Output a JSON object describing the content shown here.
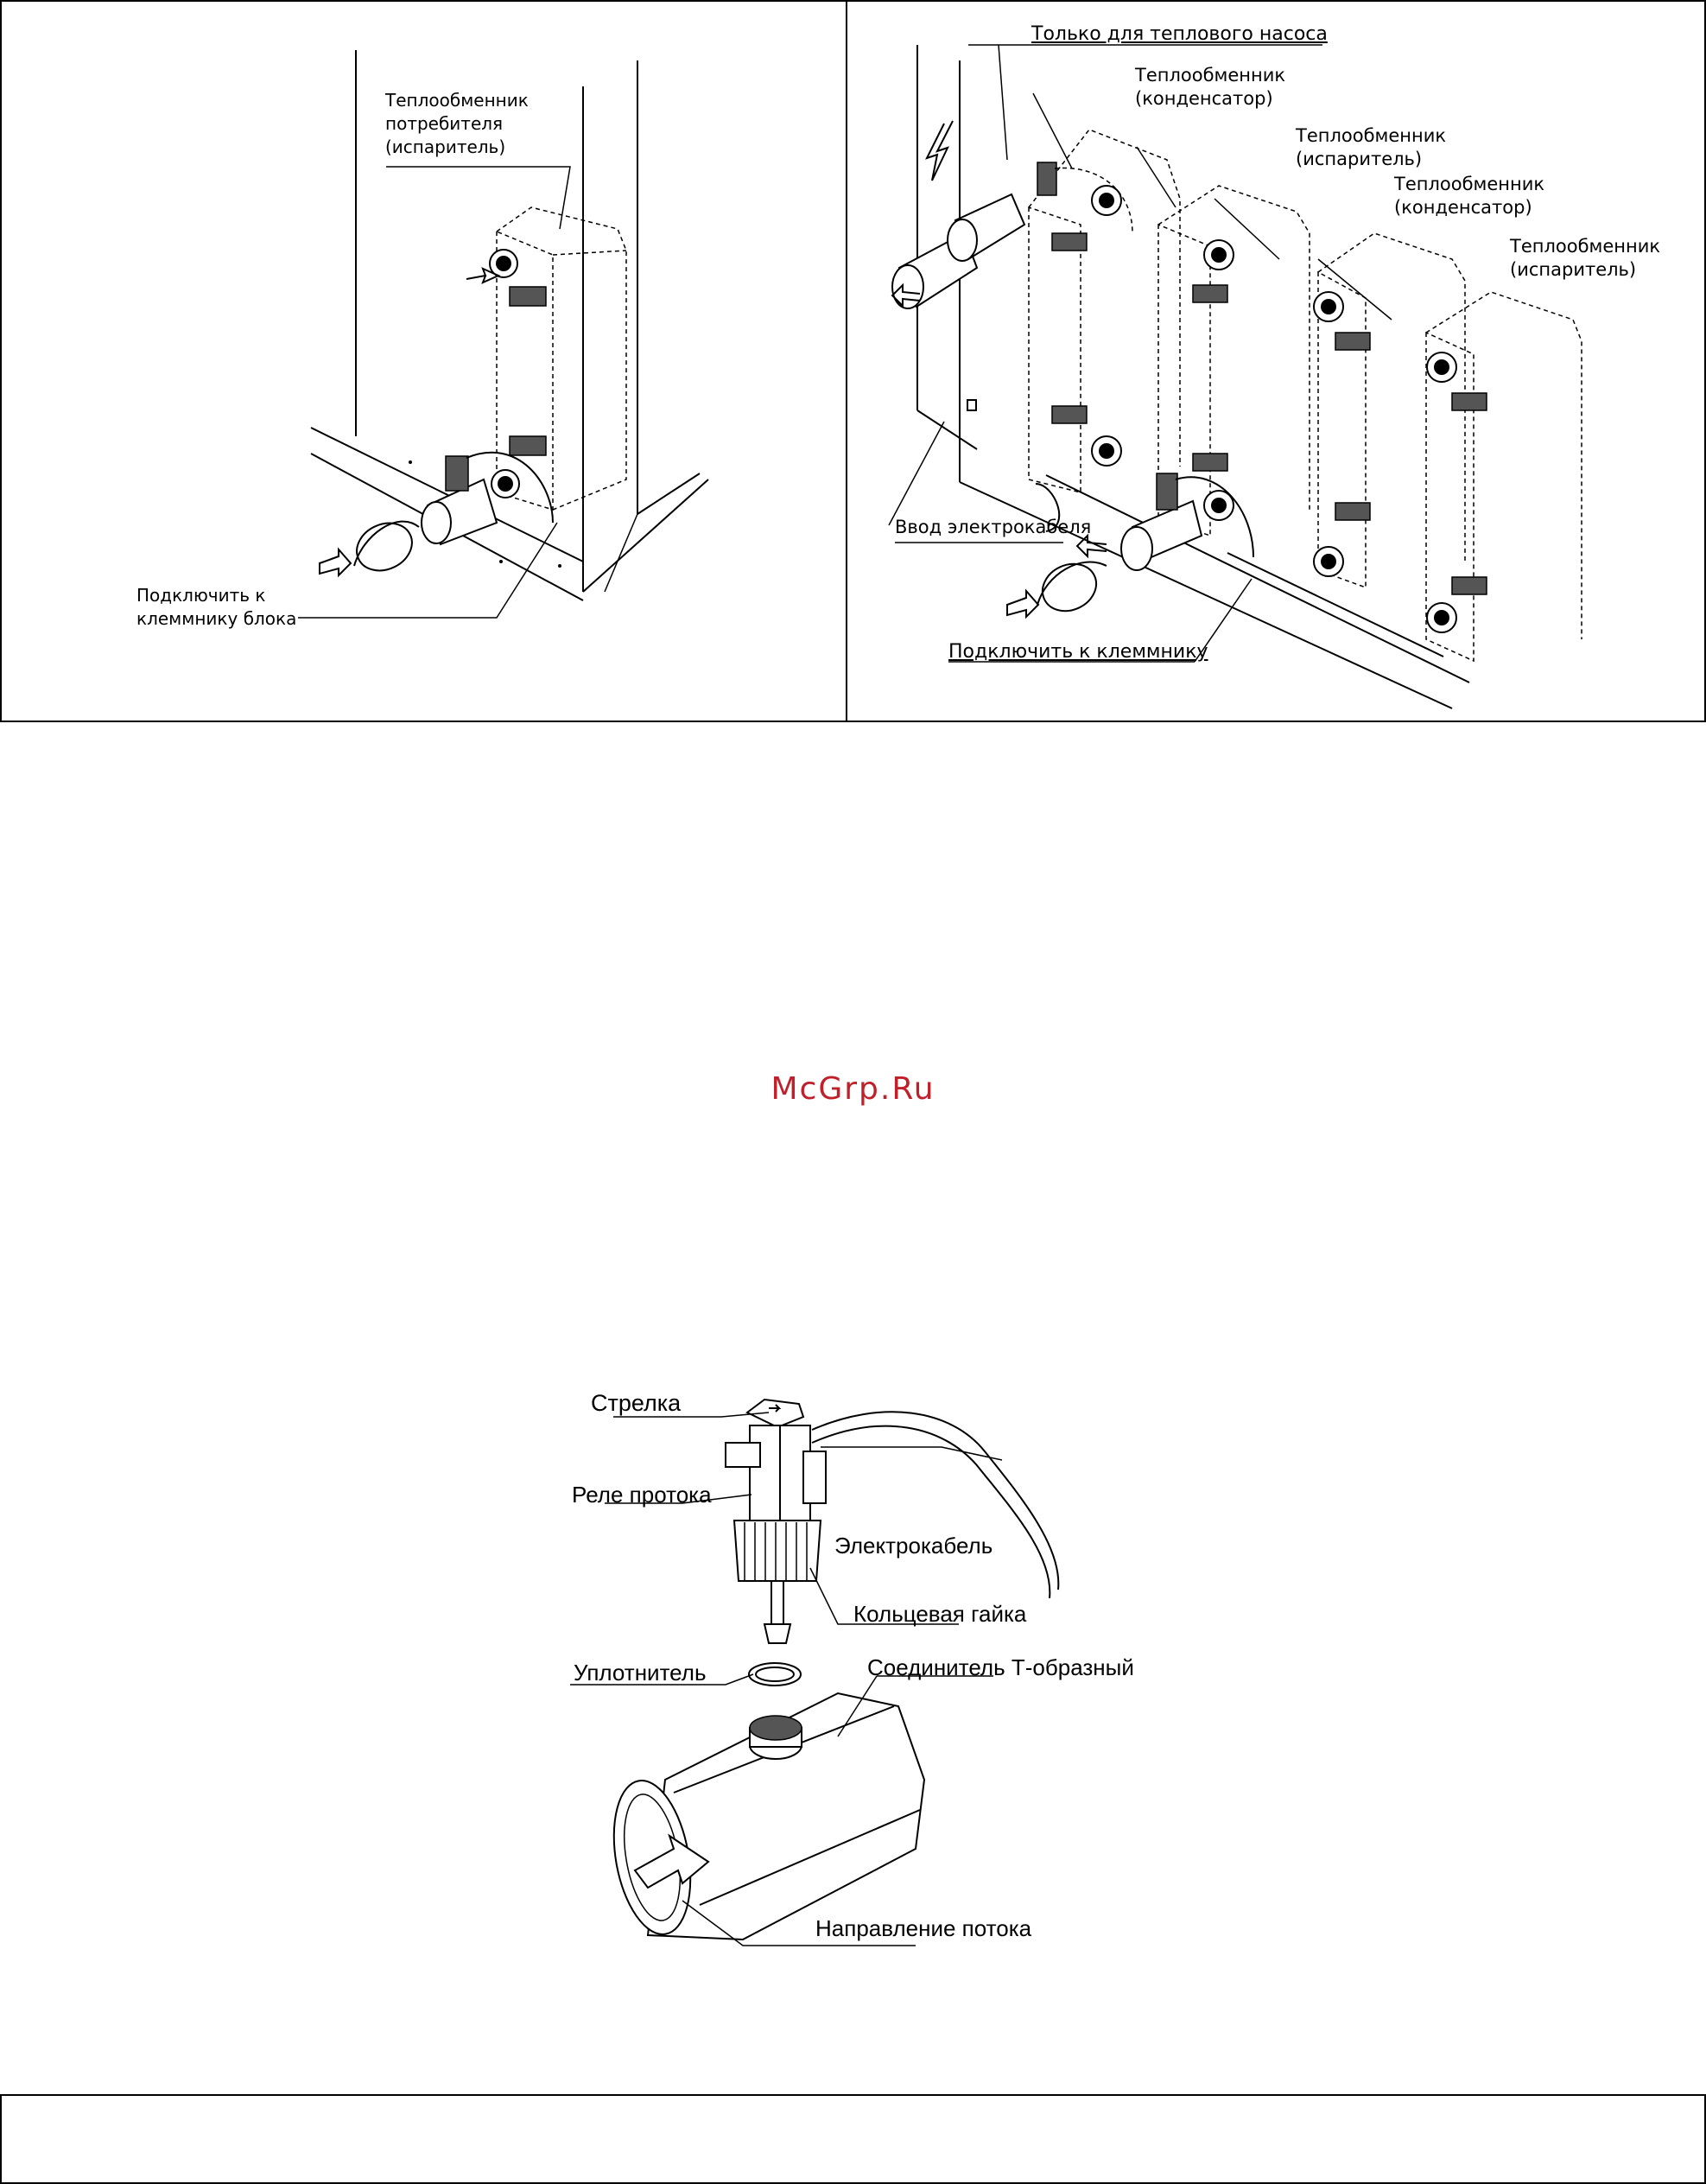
{
  "watermark": {
    "text": "McGrp.Ru",
    "color": "#c0202a"
  },
  "fig_left": {
    "label_hx": "Теплообменник\nпотребителя\n(испаритель)",
    "label_connect": "Подключить к\nклеммнику блока"
  },
  "fig_right": {
    "label_heatpump": "Только для теплового насоса",
    "label_hx1": "Теплообменник\n(конденсатор)",
    "label_hx2": "Теплообменник\n(испаритель)",
    "label_hx3": "Теплообменник\n(конденсатор)",
    "label_hx4": "Теплообменник\n(испаритель)",
    "label_cable_in": "Ввод электрокабеля",
    "label_connect": "Подключить к клеммнику"
  },
  "fig_bottom": {
    "label_arrow": "Стрелка",
    "label_relay": "Реле протока",
    "label_cable": "Электрокабель",
    "label_nut": "Кольцевая гайка",
    "label_seal": "Уплотнитель",
    "label_tee": "Соединитель Т-образный",
    "label_flow": "Направление потока"
  },
  "icons": [
    "heat-exchanger-icon",
    "flow-switch-icon",
    "tee-connector-icon",
    "arrow-icon",
    "lightning-icon"
  ]
}
